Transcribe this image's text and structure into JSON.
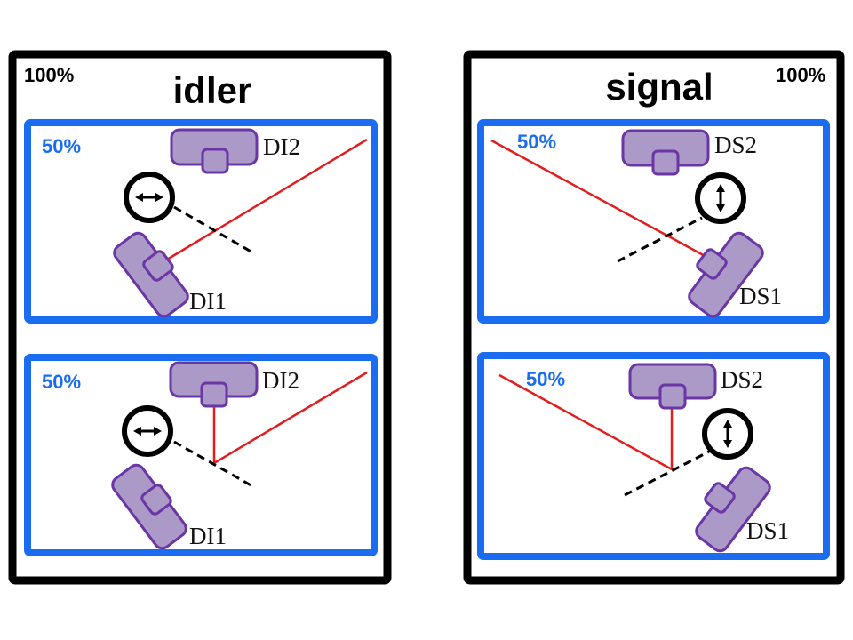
{
  "colors": {
    "outer_frame": "#000000",
    "inner_frame": "#1a6df0",
    "detector_fill": "#ab9ac8",
    "detector_stroke": "#6a35a5",
    "beam": "#e21d1d"
  },
  "panels": [
    {
      "id": "idler",
      "title": "idler",
      "outer_percent": "100%",
      "polarization": "horizontal",
      "subpanels": [
        {
          "percent": "50%",
          "top_detector": "DI2",
          "bottom_detector": "DI1",
          "beam_path": "transmitted-to-DI1"
        },
        {
          "percent": "50%",
          "top_detector": "DI2",
          "bottom_detector": "DI1",
          "beam_path": "reflected-to-DI2"
        }
      ]
    },
    {
      "id": "signal",
      "title": "signal",
      "outer_percent": "100%",
      "polarization": "vertical",
      "subpanels": [
        {
          "percent": "50%",
          "top_detector": "DS2",
          "bottom_detector": "DS1",
          "beam_path": "transmitted-to-DS1"
        },
        {
          "percent": "50%",
          "top_detector": "DS2",
          "bottom_detector": "DS1",
          "beam_path": "reflected-to-DS2"
        }
      ]
    }
  ]
}
